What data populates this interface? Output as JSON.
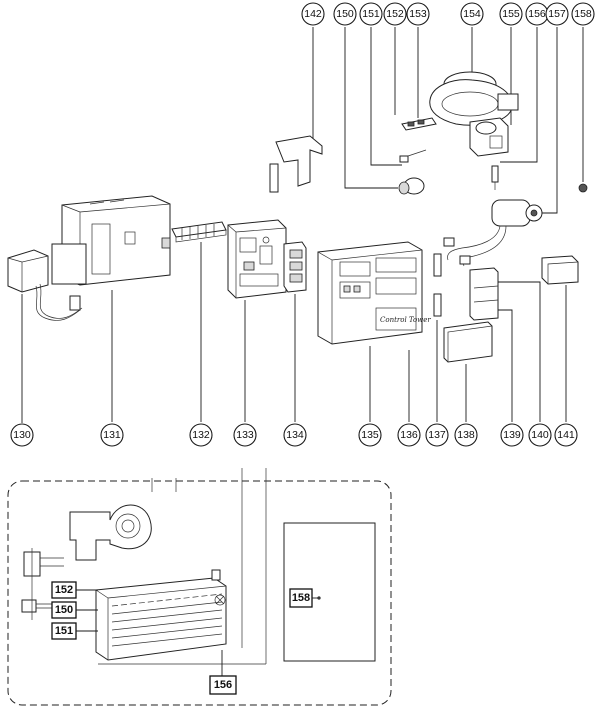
{
  "callouts_top": [
    "142",
    "150",
    "151",
    "152",
    "153",
    "154",
    "155",
    "156",
    "157",
    "158"
  ],
  "callouts_bottom": [
    "130",
    "131",
    "132",
    "133",
    "134",
    "135",
    "136",
    "137",
    "138",
    "139",
    "140",
    "141"
  ],
  "panel_brand": "Control Tower",
  "detail_labels": {
    "label_152": "152",
    "label_150": "150",
    "label_151": "151",
    "label_156": "156",
    "label_158": "158"
  }
}
